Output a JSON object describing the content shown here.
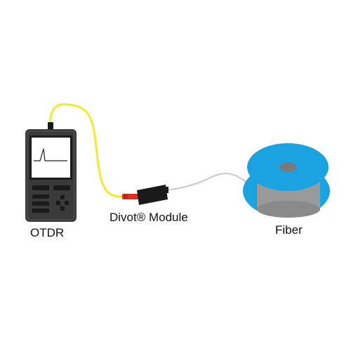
{
  "labels": {
    "otdr": "OTDR",
    "module": "Divot® Module",
    "fiber": "Fiber"
  },
  "icons": {
    "otdr": "otdr-device-icon",
    "module": "divot-module-icon",
    "fiber": "fiber-spool-icon"
  },
  "colors": {
    "device_body": "#3a3a3a",
    "screen": "#ffffff",
    "patch_cord": "#f2ea2e",
    "connector": "#d9301e",
    "module_body": "#1a1a1a",
    "fiber_line": "#c8c8c8",
    "spool_flange": "#1aa3e0",
    "spool_core": "#9a9a9a",
    "spool_hub": "#7a7a7a"
  }
}
